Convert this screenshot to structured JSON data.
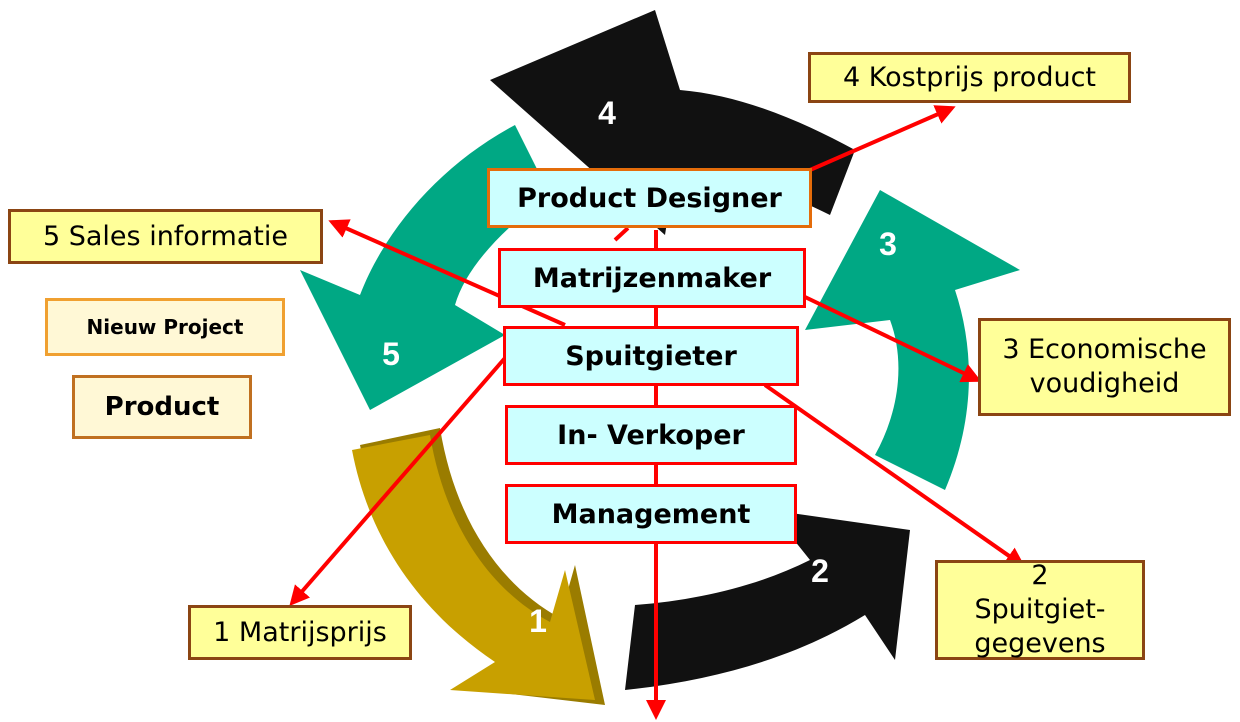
{
  "colors": {
    "arrow_teal": "#00a884",
    "arrow_black": "#111111",
    "arrow_gold": "#c8a000",
    "connector_red": "#ff0000",
    "role_fill": "#ccffff",
    "role_border": "#ff0000",
    "designer_border": "#e46c0a",
    "output_fill": "#ffff99",
    "output_border": "#8b4513"
  },
  "cycle_numbers": {
    "n1": "1",
    "n2": "2",
    "n3": "3",
    "n4": "4",
    "n5": "5"
  },
  "roles": {
    "product_designer": "Product Designer",
    "matrijzenmaker": "Matrijzenmaker",
    "spuitgieter": "Spuitgieter",
    "in_verkoper": "In- Verkoper",
    "management": "Management"
  },
  "outputs": {
    "kostprijs": "4 Kostprijs product",
    "sales": "5 Sales informatie",
    "economische": "3 Economische voudigheid",
    "spuitgiet": "2 Spuitgiet-gegevens",
    "matrijsprijs": "1 Matrijsprijs"
  },
  "side_labels": {
    "nieuw_project": "Nieuw Project",
    "product": "Product"
  }
}
